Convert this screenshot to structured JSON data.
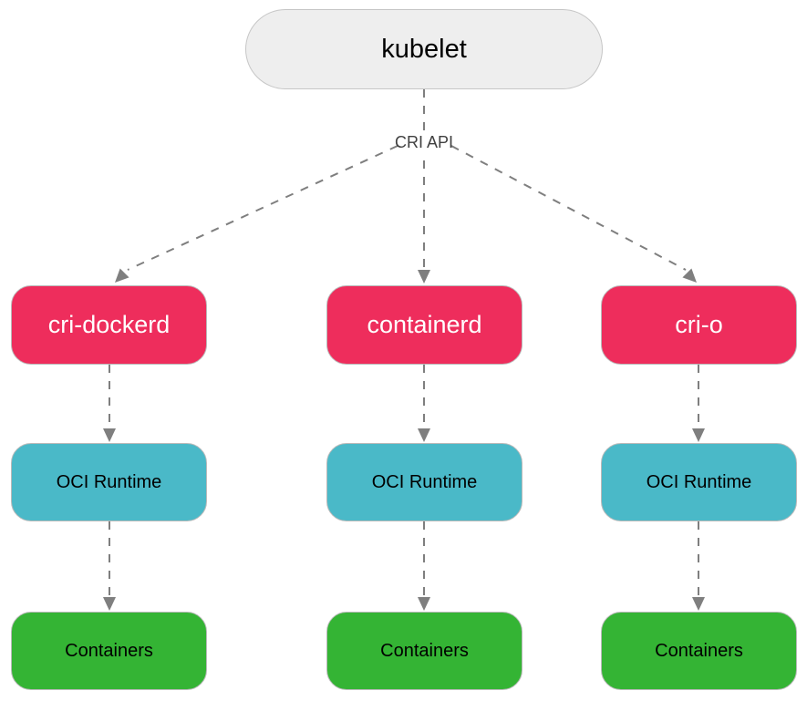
{
  "diagram": {
    "kubelet_label": "kubelet",
    "cri_api_label": "CRI API",
    "columns": [
      {
        "id": "cri-dockerd",
        "runtime_label": "cri-dockerd",
        "oci_label": "OCI Runtime",
        "containers_label": "Containers"
      },
      {
        "id": "containerd",
        "runtime_label": "containerd",
        "oci_label": "OCI Runtime",
        "containers_label": "Containers"
      },
      {
        "id": "cri-o",
        "runtime_label": "cri-o",
        "oci_label": "OCI Runtime",
        "containers_label": "Containers"
      }
    ],
    "colors": {
      "runtime-pink": "#ee2d5c",
      "oci-teal": "#4ab9c8",
      "containers-green": "#34b434",
      "kubelet-gray": "#eeeeee",
      "kubelet-border": "#c6c6c6",
      "box-border": "#b9b9b9",
      "arrow-gray": "#7f7f7f",
      "label-text": "#404040"
    }
  }
}
